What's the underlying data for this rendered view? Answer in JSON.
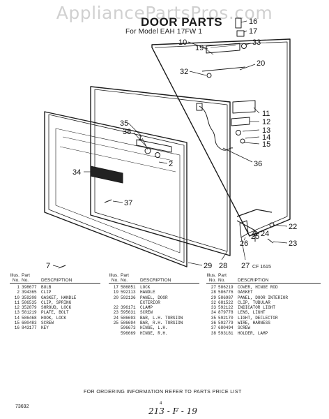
{
  "watermark": "AppliancePartsPros.com",
  "title": "DOOR PARTS",
  "subtitle": "For Model EAH 17FW 1",
  "figure_code": "CF 1615",
  "callouts": {
    "c16": "16",
    "c17": "17",
    "c33": "33",
    "c10": "10",
    "c19": "19",
    "c20": "20",
    "c32": "32",
    "c11": "11",
    "c12": "12",
    "c13": "13",
    "c14": "14",
    "c15": "15",
    "c35": "35",
    "c38": "38",
    "c1": "1",
    "c2": "2",
    "c36": "36",
    "c34": "34",
    "c37": "37",
    "c22": "22",
    "c24": "24",
    "c25": "25",
    "c26": "26",
    "c23": "23",
    "c7": "7",
    "c29": "29",
    "c28": "28",
    "c27": "27"
  },
  "table_header": {
    "illus": "Illus.",
    "part": "Part",
    "no": "No.",
    "no2": "No.",
    "description": "DESCRIPTION"
  },
  "parts_col1": [
    {
      "illus": "1",
      "part": "398677",
      "desc": "BULB"
    },
    {
      "illus": "2",
      "part": "394365",
      "desc": "CLIP"
    },
    {
      "illus": "10",
      "part": "359208",
      "desc": "GASKET, HANDLE"
    },
    {
      "illus": "11",
      "part": "586535",
      "desc": "CLIP, SPRING"
    },
    {
      "illus": "12",
      "part": "352879",
      "desc": "SHROUD, LOCK"
    },
    {
      "illus": "13",
      "part": "581219",
      "desc": "PLATE, BOLT"
    },
    {
      "illus": "14",
      "part": "586468",
      "desc": "HOOK, LOCK"
    },
    {
      "illus": "15",
      "part": "680483",
      "desc": "SCREW"
    },
    {
      "illus": "16",
      "part": "843177",
      "desc": "KEY"
    }
  ],
  "parts_col2": [
    {
      "illus": "17",
      "part": "586851",
      "desc": "LOCK"
    },
    {
      "illus": "19",
      "part": "592113",
      "desc": "HANDLE"
    },
    {
      "illus": "20",
      "part": "592136",
      "desc": "PANEL, DOOR"
    },
    {
      "illus": "",
      "part": "",
      "desc": "EXTERIOR"
    },
    {
      "illus": "22",
      "part": "396171",
      "desc": "CLAMP"
    },
    {
      "illus": "23",
      "part": "595631",
      "desc": "SCREW"
    },
    {
      "illus": "24",
      "part": "586693",
      "desc": "BAR, L.H. TORSION"
    },
    {
      "illus": "25",
      "part": "586694",
      "desc": "BAR, R.H. TORSION"
    },
    {
      "illus": "",
      "part": "596673",
      "desc": "HINGE, L.H."
    },
    {
      "illus": "",
      "part": "596669",
      "desc": "HINGE, R.H."
    }
  ],
  "parts_col3": [
    {
      "illus": "27",
      "part": "586219",
      "desc": "COVER, HINGE ROD"
    },
    {
      "illus": "28",
      "part": "586776",
      "desc": "GASKET"
    },
    {
      "illus": "29",
      "part": "586987",
      "desc": "PANEL, DOOR INTERIOR"
    },
    {
      "illus": "32",
      "part": "681522",
      "desc": "CLIP, TUBULAR"
    },
    {
      "illus": "33",
      "part": "592122",
      "desc": "INDICATOR LIGHT"
    },
    {
      "illus": "34",
      "part": "879778",
      "desc": "LENS, LIGHT"
    },
    {
      "illus": "35",
      "part": "592170",
      "desc": "LIGHT, DEFLECTOR"
    },
    {
      "illus": "36",
      "part": "592779",
      "desc": "WIRE, HARNESS"
    },
    {
      "illus": "37",
      "part": "680494",
      "desc": "SCREW"
    },
    {
      "illus": "38",
      "part": "593181",
      "desc": "HOLDER, LAMP"
    }
  ],
  "ordering_note": "FOR ORDERING INFORMATION REFER TO PARTS PRICE LIST",
  "page_code": "73692",
  "page_number": "4",
  "handwritten_note": "213 - F - 19"
}
